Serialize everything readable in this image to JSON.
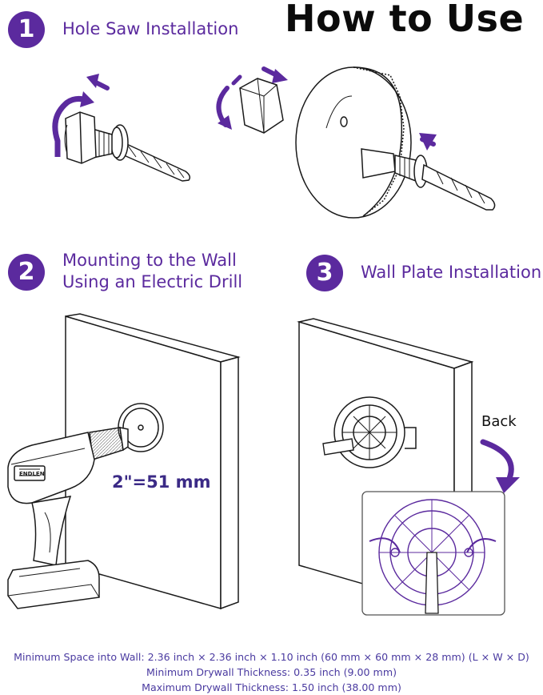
{
  "title": "How to Use",
  "colors": {
    "accent": "#5b2a9e",
    "accent_text": "#5b2a9e",
    "line": "#1a1a1a",
    "footer_text": "#4a3aa0"
  },
  "steps": [
    {
      "number": "1",
      "label_lines": [
        "Hole Saw Installation"
      ]
    },
    {
      "number": "2",
      "label_lines": [
        "Mounting to the Wall",
        "Using an Electric Drill"
      ]
    },
    {
      "number": "3",
      "label_lines": [
        "Wall Plate Installation"
      ]
    }
  ],
  "hole_size_note": "2\"=51 mm",
  "back_label": "Back",
  "drill_brand_text": "ENDLEN",
  "footer_lines": [
    "Minimum Space into Wall: 2.36 inch × 2.36 inch × 1.10 inch (60 mm × 60 mm × 28 mm) (L × W × D)",
    "Minimum Drywall Thickness: 0.35 inch (9.00 mm)",
    "Maximum Drywall Thickness: 1.50 inch (38.00 mm)"
  ],
  "icons": [
    "rotate-arrow-icon",
    "push-arrow-icon",
    "curved-arrow-icon"
  ]
}
